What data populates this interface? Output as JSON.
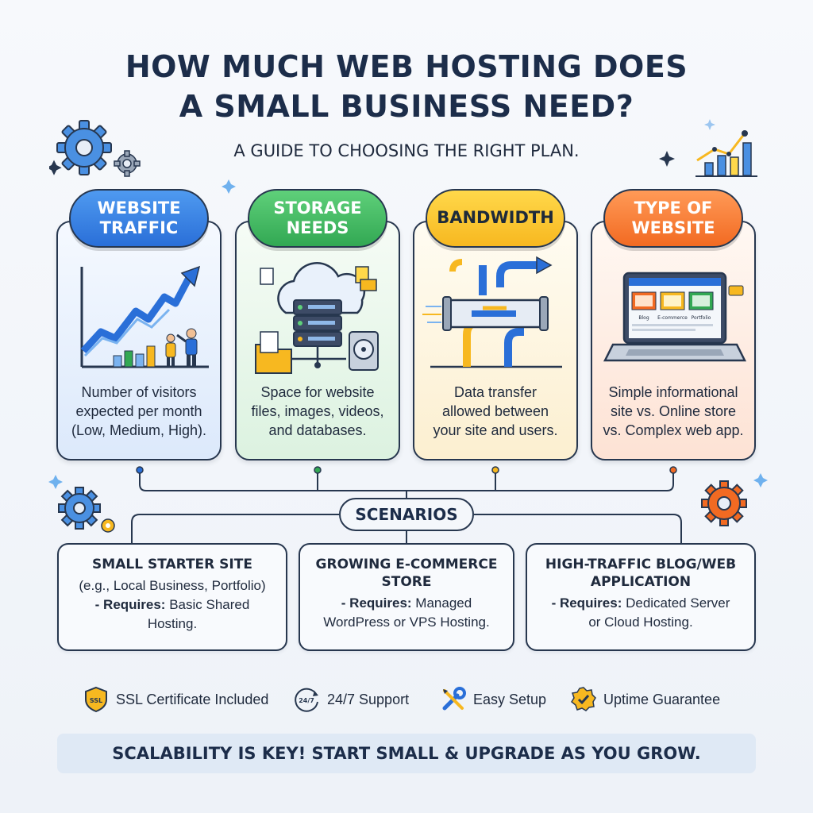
{
  "header": {
    "title_line1": "HOW MUCH WEB HOSTING DOES",
    "title_line2": "A SMALL BUSINESS NEED?",
    "subtitle": "A GUIDE TO CHOOSING THE RIGHT PLAN."
  },
  "factors": [
    {
      "label_line1": "WEBSITE",
      "label_line2": "TRAFFIC",
      "color": "#2a6fd8",
      "desc": [
        "Number of visitors",
        "expected per month",
        "(Low, Medium, High)."
      ]
    },
    {
      "label_line1": "STORAGE",
      "label_line2": "NEEDS",
      "color": "#32a853",
      "desc": [
        "Space for website",
        "files, images, videos,",
        "and databases."
      ]
    },
    {
      "label_line1": "BANDWIDTH",
      "label_line2": "",
      "color": "#f7b820",
      "desc": [
        "Data transfer",
        "allowed between",
        "your site and users."
      ]
    },
    {
      "label_line1": "TYPE OF",
      "label_line2": "WEBSITE",
      "color": "#f26a22",
      "desc": [
        "Simple informational",
        "site vs. Online store",
        "vs. Complex web app."
      ]
    }
  ],
  "website_mockup": {
    "tab1": "Blog",
    "tab2": "E-commerce",
    "tab3": "Portfolio"
  },
  "scenarios": {
    "label": "SCENARIOS",
    "items": [
      {
        "title_line1": "SMALL STARTER SITE",
        "title_line2": "",
        "sub": "(e.g., Local Business, Portfolio)",
        "req_label": "- Requires:",
        "req_text_line1": " Basic Shared",
        "req_text_line2": "Hosting."
      },
      {
        "title_line1": "GROWING E-COMMERCE",
        "title_line2": "STORE",
        "sub": "",
        "req_label": "- Requires:",
        "req_text_line1": " Managed",
        "req_text_line2": "WordPress or VPS Hosting."
      },
      {
        "title_line1": "HIGH-TRAFFIC BLOG/WEB",
        "title_line2": "APPLICATION",
        "sub": "",
        "req_label": "- Requires:",
        "req_text_line1": " Dedicated Server",
        "req_text_line2": "or Cloud Hosting."
      }
    ]
  },
  "features": [
    {
      "icon": "ssl-shield-icon",
      "icon_text": "SSL",
      "label": "SSL Certificate Included"
    },
    {
      "icon": "support-24-7-icon",
      "icon_text": "24/7",
      "label": "24/7 Support"
    },
    {
      "icon": "tools-icon",
      "label": "Easy Setup"
    },
    {
      "icon": "uptime-badge-icon",
      "label": "Uptime Guarantee"
    }
  ],
  "footer": {
    "banner": "SCALABILITY IS KEY! START SMALL & UPGRADE AS YOU GROW."
  },
  "colors": {
    "navy": "#1c2d4a",
    "blue": "#2a6fd8",
    "green": "#32a853",
    "yellow": "#f7b820",
    "orange": "#f26a22"
  }
}
